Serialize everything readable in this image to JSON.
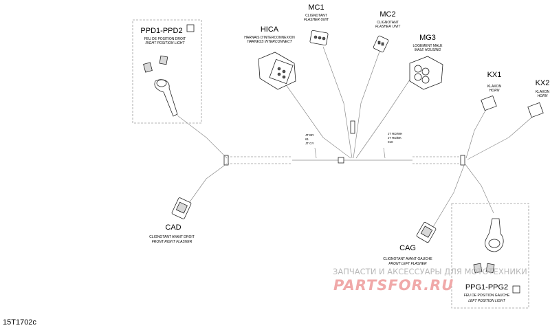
{
  "connectors": {
    "ppd": {
      "code": "PPD1-PPD2",
      "fr": "FEU DE POSITION DROIT",
      "en": "RIGHT POSITION LIGHT"
    },
    "mc1": {
      "code": "MC1",
      "fr": "CLIGNOTANT",
      "en": "FLASHER UNIT"
    },
    "mc2": {
      "code": "MC2",
      "fr": "CLIGNOTANT",
      "en": "FLASHER UNIT"
    },
    "hica": {
      "code": "HICA",
      "fr": "HARNAIS D'INTERCONNEXION",
      "en": "HARNESS INTERCONNECT"
    },
    "mg3": {
      "code": "MG3",
      "fr": "LOGEMENT MALE",
      "en": "MALE HOUSING"
    },
    "kx1": {
      "code": "KX1",
      "fr": "KLAXON",
      "en": "HORN"
    },
    "kx2": {
      "code": "KX2",
      "fr": "KLAXON",
      "en": "HORN"
    },
    "cad": {
      "code": "CAD",
      "fr": "CLIGNOTANT AVANT DROIT",
      "en": "FRONT RIGHT FLASHER"
    },
    "cag": {
      "code": "CAG",
      "fr": "CLIGNOTANT AVANT GAUCHE",
      "en": "FRONT LEFT FLASHER"
    },
    "ppg": {
      "code": "PPG1-PPG2",
      "fr": "FEU DE POSITION GAUCHE",
      "en": "LEFT POSITION LIGHT"
    }
  },
  "wire_tags": {
    "left": [
      "JT BR",
      "61",
      "JT GY"
    ],
    "right": [
      "JT RD/WH",
      "JT RD/BK",
      "010"
    ]
  },
  "figure_id": "15T1702c",
  "watermark": {
    "line1": "ЗАПЧАСТИ И АКСЕССУАРЫ ДЛЯ МОТОТЕХНИКИ",
    "line2": "PARTSFOR.RU"
  }
}
